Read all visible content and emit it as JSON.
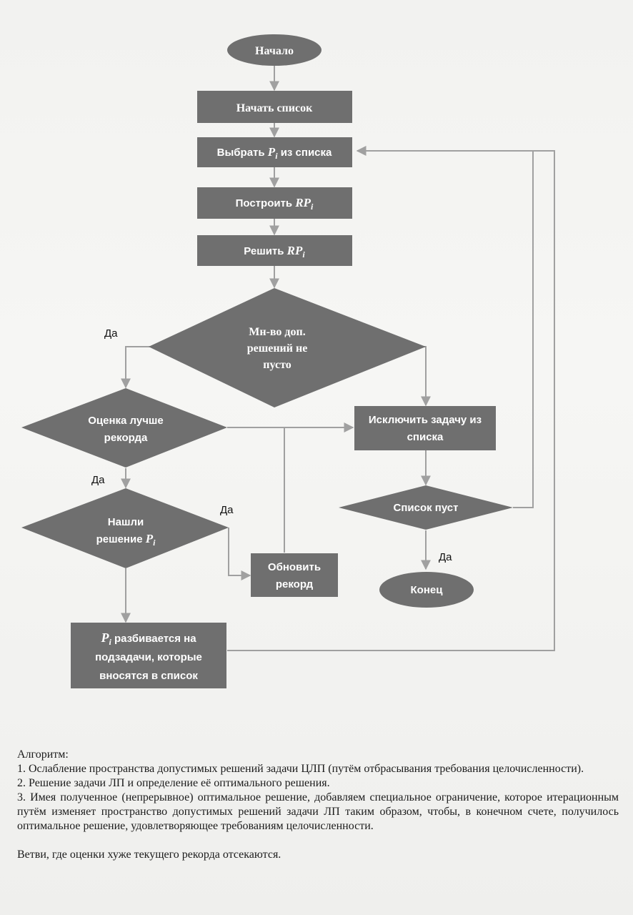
{
  "nodes": {
    "start": "Начало",
    "init_list": "Начать список",
    "select_prefix": "Выбрать ",
    "select_var": "P",
    "select_sub": "i",
    "select_suffix": " из списка",
    "build_prefix": "Построить ",
    "build_var": "RP",
    "build_sub": "i",
    "solve_prefix": "Решить ",
    "solve_var": "RP",
    "solve_sub": "i",
    "feasible_line1": "Мн-во доп.",
    "feasible_line2": "решений не",
    "feasible_line3": "пусто",
    "estimate_line1": "Оценка лучше",
    "estimate_line2": "рекорда",
    "found_line1": "Нашли",
    "found_line2_prefix": "решение ",
    "found_var": "P",
    "found_sub": "i",
    "update_line1": "Обновить",
    "update_line2": "рекорд",
    "exclude_line1": "Исключить задачу из",
    "exclude_line2": "списка",
    "empty_list": "Список пуст",
    "end": "Конец",
    "split_var": "P",
    "split_sub": "i",
    "split_line1_suffix": " разбивается на",
    "split_line2": "подзадачи, которые",
    "split_line3": "вносятся в список"
  },
  "edge_labels": {
    "feasible_yes": "Да",
    "estimate_yes": "Да",
    "found_yes": "Да",
    "empty_yes": "Да"
  },
  "notes": {
    "heading": "Алгоритм:",
    "items": [
      "1. Ослабление пространства допустимых решений задачи ЦЛП (путём отбрасывания требования целочисленности).",
      "2. Решение задачи ЛП и определение её оптимального решения.",
      "3. Имея полученное (непрерывное) оптимальное решение, добавляем специальное ограничение, которое итерационным путём изменяет пространство допустимых решений задачи ЛП таким образом, чтобы, в конечном счете, получилось оптимальное решение, удовлетворяющее требованиям целочисленности."
    ],
    "footer": "Ветви, где оценки хуже текущего рекорда отсекаются."
  },
  "colors": {
    "shape_fill": "#6f6f6f",
    "connector": "#a0a0a0",
    "page": "#f2f2f0"
  }
}
